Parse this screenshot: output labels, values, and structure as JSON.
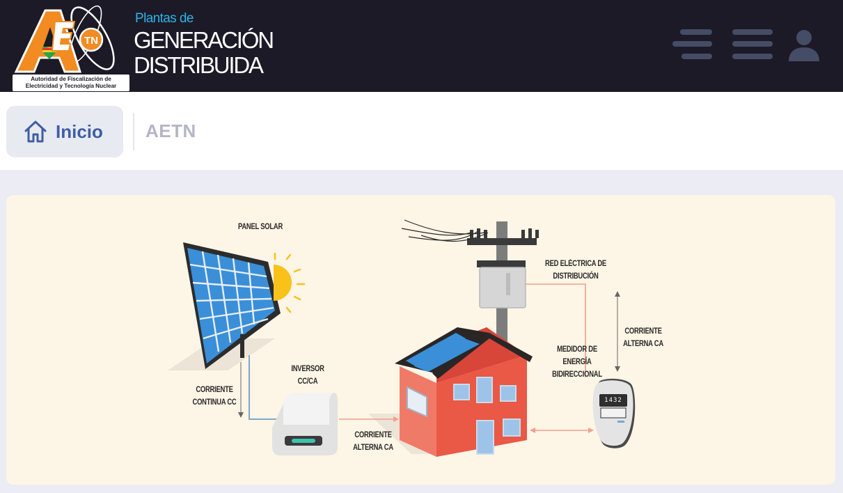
{
  "header": {
    "logo": {
      "monogram": "A",
      "sub_monogram": "TN",
      "tagline_line1": "Autoridad de Fiscalización de",
      "tagline_line2": "Electricidad y Tecnología Nuclear"
    },
    "brand": {
      "subtitle": "Plantas de",
      "title_line1": "GENERACIÓN",
      "title_line2": "DISTRIBUIDA"
    },
    "icons": {
      "collapse": "menu-collapse-icon",
      "menu": "hamburger-menu-icon",
      "user": "user-icon"
    },
    "colors": {
      "bar": "#1c1a27",
      "accent": "#2bb4e8",
      "logo_orange": "#f28b22"
    }
  },
  "breadcrumb": {
    "home_label": "Inicio",
    "current": "AETN",
    "home_icon": "home-icon",
    "colors": {
      "home_text": "#3e5ea4",
      "current_text": "#b4b6c6"
    }
  },
  "diagram": {
    "labels": {
      "panel": "PANEL SOLAR",
      "grid_line1": "RED ELÉCTRICA DE",
      "grid_line2": "DISTRIBUCIÓN",
      "ca_right_line1": "CORRIENTE",
      "ca_right_line2": "ALTERNA CA",
      "meter_line1": "MEDIDOR DE",
      "meter_line2": "ENERGÍA",
      "meter_line3": "BIDIRECCIONAL",
      "inverter_line1": "INVERSOR",
      "inverter_line2": "CC/CA",
      "cc_line1": "CORRIENTE",
      "cc_line2": "CONTINUA CC",
      "ca_bottom_line1": "CORRIENTE",
      "ca_bottom_line2": "ALTERNA CA"
    },
    "meter_reading": "1432",
    "colors": {
      "background": "#fdf5e6",
      "panel_cell": "#3a8fd8",
      "sun": "#f9c21b",
      "house_wall": "#ea5846",
      "roof": "#2a2626",
      "ca_line": "#f0a08c",
      "cc_line": "#7ea8c8"
    }
  }
}
